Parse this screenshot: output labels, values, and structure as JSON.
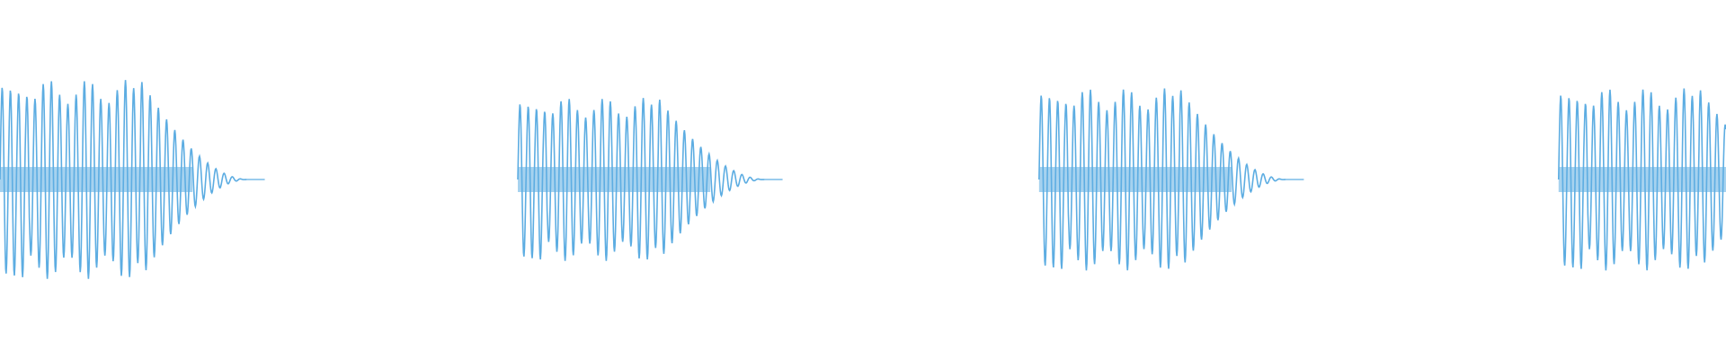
{
  "waveform": {
    "color": "#5dade2",
    "background": "#ffffff",
    "bursts": [
      {
        "start": 0.0,
        "peak": 0.94,
        "duration": 0.143
      },
      {
        "start": 0.3,
        "peak": 0.77,
        "duration": 0.143
      },
      {
        "start": 0.602,
        "peak": 0.86,
        "duration": 0.143
      },
      {
        "start": 0.903,
        "peak": 0.86,
        "duration": 0.143
      }
    ],
    "cycles_per_burst": 30,
    "attack_fraction": 0.12,
    "sustain_fraction": 0.45
  }
}
